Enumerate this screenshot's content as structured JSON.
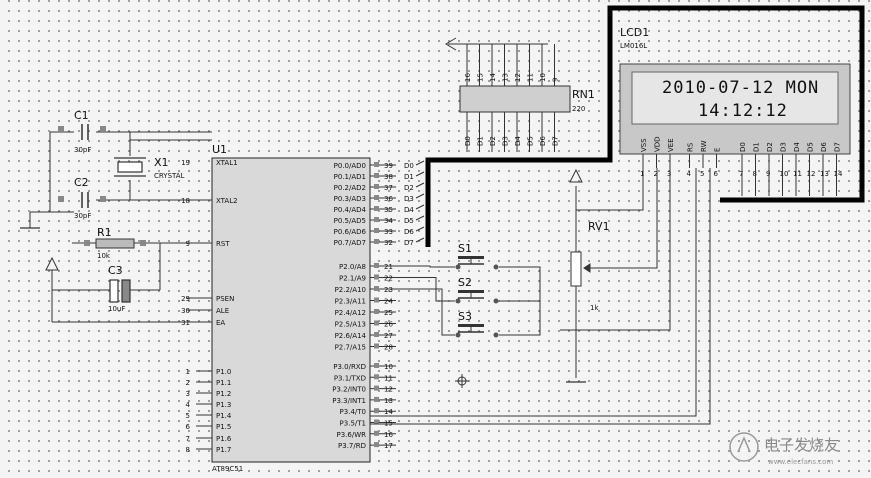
{
  "mcu": {
    "ref": "U1",
    "part": "AT89C51",
    "left_pins": [
      {
        "num": "19",
        "name": "XTAL1"
      },
      {
        "num": "18",
        "name": "XTAL2"
      },
      {
        "num": "9",
        "name": "RST"
      },
      {
        "num": "29",
        "name": "PSEN"
      },
      {
        "num": "30",
        "name": "ALE"
      },
      {
        "num": "31",
        "name": "EA"
      },
      {
        "num": "1",
        "name": "P1.0"
      },
      {
        "num": "2",
        "name": "P1.1"
      },
      {
        "num": "3",
        "name": "P1.2"
      },
      {
        "num": "4",
        "name": "P1.3"
      },
      {
        "num": "5",
        "name": "P1.4"
      },
      {
        "num": "6",
        "name": "P1.5"
      },
      {
        "num": "7",
        "name": "P1.6"
      },
      {
        "num": "8",
        "name": "P1.7"
      }
    ],
    "right_pins_p0": [
      {
        "num": "39",
        "name": "P0.0/AD0",
        "net": "D0"
      },
      {
        "num": "38",
        "name": "P0.1/AD1",
        "net": "D1"
      },
      {
        "num": "37",
        "name": "P0.2/AD2",
        "net": "D2"
      },
      {
        "num": "36",
        "name": "P0.3/AD3",
        "net": "D3"
      },
      {
        "num": "35",
        "name": "P0.4/AD4",
        "net": "D4"
      },
      {
        "num": "34",
        "name": "P0.5/AD5",
        "net": "D5"
      },
      {
        "num": "33",
        "name": "P0.6/AD6",
        "net": "D6"
      },
      {
        "num": "32",
        "name": "P0.7/AD7",
        "net": "D7"
      }
    ],
    "right_pins_p2": [
      {
        "num": "21",
        "name": "P2.0/A8"
      },
      {
        "num": "22",
        "name": "P2.1/A9"
      },
      {
        "num": "23",
        "name": "P2.2/A10"
      },
      {
        "num": "24",
        "name": "P2.3/A11"
      },
      {
        "num": "25",
        "name": "P2.4/A12"
      },
      {
        "num": "26",
        "name": "P2.5/A13"
      },
      {
        "num": "27",
        "name": "P2.6/A14"
      },
      {
        "num": "28",
        "name": "P2.7/A15"
      }
    ],
    "right_pins_p3": [
      {
        "num": "10",
        "name": "P3.0/RXD"
      },
      {
        "num": "11",
        "name": "P3.1/TXD"
      },
      {
        "num": "12",
        "name": "P3.2/INT0"
      },
      {
        "num": "13",
        "name": "P3.3/INT1"
      },
      {
        "num": "14",
        "name": "P3.4/T0"
      },
      {
        "num": "15",
        "name": "P3.5/T1"
      },
      {
        "num": "16",
        "name": "P3.6/WR"
      },
      {
        "num": "17",
        "name": "P3.7/RD"
      }
    ]
  },
  "crystal": {
    "ref": "X1",
    "type": "CRYSTAL"
  },
  "capacitors": [
    {
      "ref": "C1",
      "value": "30pF"
    },
    {
      "ref": "C2",
      "value": "30pF"
    },
    {
      "ref": "C3",
      "value": "10uF"
    }
  ],
  "resistor": {
    "ref": "R1",
    "value": "10k"
  },
  "resistor_network": {
    "ref": "RN1",
    "value": "220",
    "top_pins": [
      "16",
      "15",
      "14",
      "13",
      "12",
      "11",
      "10",
      "9"
    ],
    "bottom_labels": [
      "D0",
      "D1",
      "D2",
      "D3",
      "D4",
      "D5",
      "D6",
      "D7"
    ]
  },
  "potentiometer": {
    "ref": "RV1",
    "value": "1k"
  },
  "switches": [
    {
      "ref": "S1"
    },
    {
      "ref": "S2"
    },
    {
      "ref": "S3"
    }
  ],
  "lcd": {
    "ref": "LCD1",
    "part": "LM016L",
    "line1": "2010-07-12 MON",
    "line2": "14:12:12",
    "pin_names": [
      "VSS",
      "VDD",
      "VEE",
      "RS",
      "RW",
      "E",
      "D0",
      "D1",
      "D2",
      "D3",
      "D4",
      "D5",
      "D6",
      "D7"
    ],
    "pin_nums": [
      "1",
      "2",
      "3",
      "4",
      "5",
      "6",
      "7",
      "8",
      "9",
      "10",
      "11",
      "12",
      "13",
      "14"
    ]
  },
  "watermark": {
    "text": "电子发烧友",
    "url": "www.elecfans.com"
  }
}
